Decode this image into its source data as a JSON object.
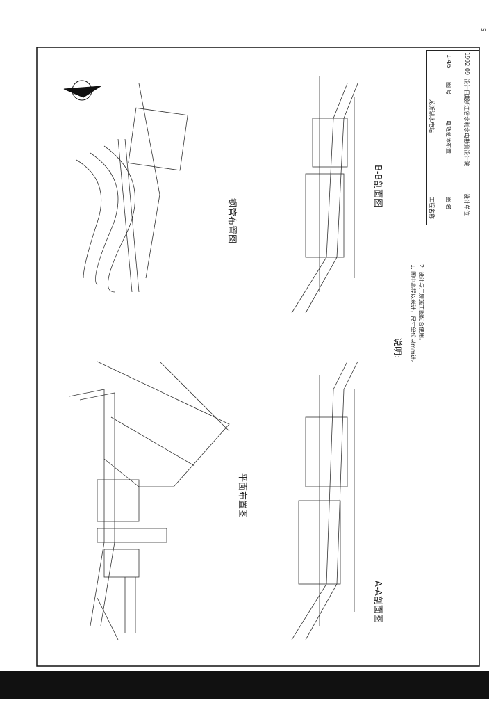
{
  "title_block": {
    "project_label": "工程名称",
    "project_value": "龙沂湖水电站",
    "drawing_name_label": "图 名",
    "drawing_name_value": "电站总体布置",
    "drawing_no_label": "图 号",
    "drawing_no_value": "1-4/5",
    "designer_label": "设计单位",
    "designer_value": "浙江省水利水电勘测设计院",
    "date_label": "设计日期",
    "date_value": "1992.09"
  },
  "views": {
    "pipe_layout": "钢管布置图",
    "plan_layout": "平面布置图",
    "section_aa": "A-A剖面图",
    "section_bb": "B-B剖面图"
  },
  "notes": {
    "heading": "说明:",
    "items": [
      "1. 图中高程以米计，尺寸单位以mm计。",
      "2. 设计与厂房施工图配合使用。"
    ]
  },
  "page_number": "5"
}
